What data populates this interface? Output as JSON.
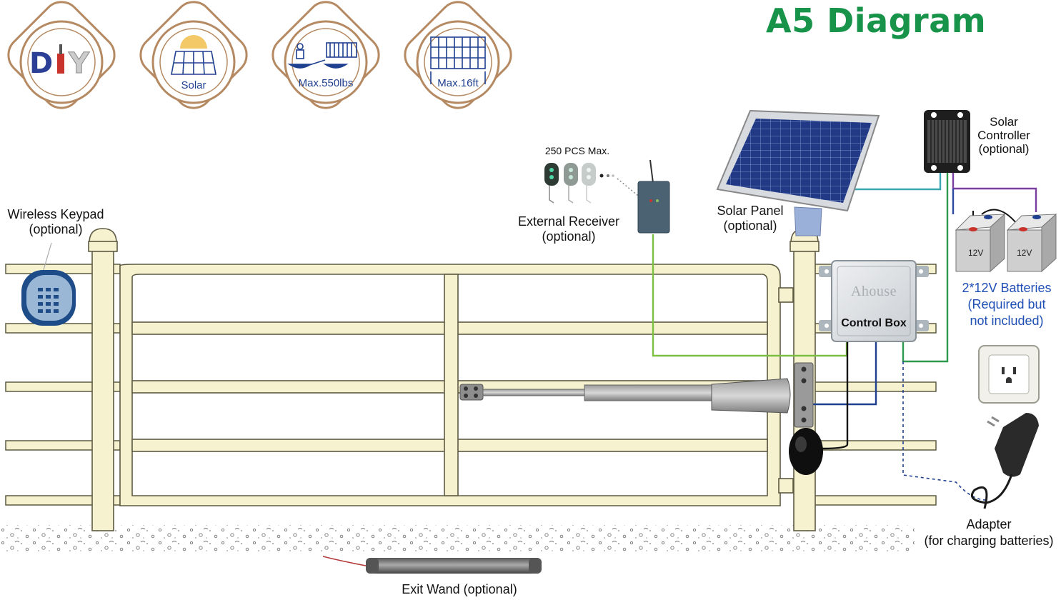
{
  "title": "A5 Diagram",
  "badges": [
    {
      "name": "diy",
      "text": "DIY"
    },
    {
      "name": "solar",
      "text": "Solar"
    },
    {
      "name": "weight",
      "text": "Max.550lbs"
    },
    {
      "name": "length",
      "text": "Max.16ft"
    }
  ],
  "labels": {
    "keypad_line1": "Wireless Keypad",
    "keypad_line2": "(optional)",
    "remotes_count": "250 PCS Max.",
    "receiver_line1": "External Receiver",
    "receiver_line2": "(optional)",
    "solar_panel_line1": "Solar Panel",
    "solar_panel_line2": "(optional)",
    "controller_line1": "Solar",
    "controller_line2": "Controller",
    "controller_line3": "(optional)",
    "battery_voltage": "12V",
    "batteries_line1": "2*12V Batteries",
    "batteries_line2": "(Required but",
    "batteries_line3": "not included)",
    "brand": "Ahouse",
    "control_box": "Control Box",
    "adapter_line1": "Adapter",
    "adapter_line2": "(for charging batteries)",
    "exit_wand": "Exit Wand (optional)"
  },
  "colors": {
    "title": "#17934a",
    "gate_fill": "#f6f2cf",
    "gate_stroke": "#5d5a43",
    "wire_green": "#7bc043",
    "wire_dark_green": "#2e9a4e",
    "wire_teal": "#3aa6b3",
    "wire_purple": "#7b3fa0",
    "wire_navy": "#1f3f8f",
    "badge_ring": "#b58a62",
    "batteries_text": "#1f4fb5"
  }
}
